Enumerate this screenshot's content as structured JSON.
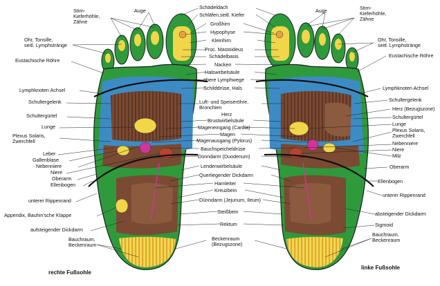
{
  "captions": {
    "right_sole": "rechte Fußsohle",
    "left_sole": "linke Fußsohle"
  },
  "colors": {
    "green": "#2e9a3c",
    "yellow": "#f1d64a",
    "blue": "#3d8bc4",
    "brown": "#7b4a32",
    "magenta": "#d2349c",
    "orange": "#e9a23b"
  },
  "labels": {
    "schaedeldach": "Schädeldach",
    "auge_r": "Auge",
    "stirn_r": "Stirn-\nKieferhöhle,\nZähne",
    "schlaefen": "Schläfen,seitl. Kiefer",
    "grosshirn": "Großhirn",
    "hypophyse": "Hypophyse",
    "kleinhirn": "Kleinhirn",
    "proc_mastoideus": "Proc. Mastoideus",
    "schaedelbasis": "Schädelbasis",
    "nacken": "Nacken",
    "halswirbel": "Halswirbelsäule",
    "obere_lymph": "obere Lymphwege",
    "schilddruese": "Schilddrüse, Hals",
    "ohr_r": "Ohr, Tonsille,\nseitl. Lymphstränge",
    "eustach_r": "Eustachische Röhre",
    "lymph_achsel_r": "Lymphknoten Achsel",
    "schultergelenk_r": "Schultergelenk",
    "schultergurtel_r": "Schultergürtel",
    "lunge_r": "Lunge",
    "plexus_r": "Plexus Solaris,\nZwerchfell",
    "leber": "Leber",
    "gallenblase": "Gallenblase",
    "nebenniere_r": "Nebenniere",
    "niere_r": "Niere",
    "oberarm_r": "Oberarm",
    "ellenbogen_r": "Ellenbogen",
    "rippenrand_r": "unterer Rippenrand",
    "appendix": "Appendix, Bauhin'sche Klappe",
    "aufst_dick": "aufsteigender Dickdarm",
    "bauchraum_r": "Bauchraum,\nBeckenraum",
    "luft_speise": "Luft- und Speiseröhre,\nBronchien",
    "herz_mid": "Herz",
    "brustwirbel": "Brustwirbelsäule",
    "mageneingang": "Mageneingang (Cardia)",
    "magen": "Magen",
    "magenausgang": "Magenausgang (Pylorus)",
    "bauchspeichel": "Bauchspeicheldrüse",
    "duenndarm_duod": "Dünndarm (Duodenum)",
    "lendenwirbel": "Lendenwirbelsäule",
    "querliegender": "Querliegender Dickdarm",
    "harnleiter": "Harnleiter",
    "kreuzbein": "Kreuzbein",
    "duenndarm_jej": "Dünndarm (Jejunum, Ileum)",
    "steissbein": "Steißbein",
    "rektum": "Rektum",
    "beckenraum_mid": "Beckenraum\n(Bezugszone)",
    "auge_l": "Auge",
    "stirn_l": "Stirn-\nKieferhöhle,\nZähne",
    "ohr_l": "Ohr, Tonsille,\nseitl. Lymphstränge",
    "eustach_l": "Eustachische Röhre",
    "lymph_achsel_l": "Lymphknoten Achsel",
    "schultergelenk_l": "Schultergelenk",
    "herz_l": "Herz (Bezugszone)",
    "schultergurtel_l": "Schultergürtel",
    "lunge_l": "Lunge",
    "plexus_l": "Plexus Solaris,\nZwerchfell",
    "nebenniere_l": "Nebenniere",
    "niere_l": "Niere",
    "milz": "Milz",
    "oberarm_l": "Oberarm",
    "ellenbogen_l": "Ellenbogen",
    "rippenrand_l": "unterer Rippenrand",
    "abst_dick": "absteigender Dickdarm",
    "sigmoid": "Sigmoid",
    "bauchraum_l": "Bauchraum,\nBeckenraum"
  }
}
